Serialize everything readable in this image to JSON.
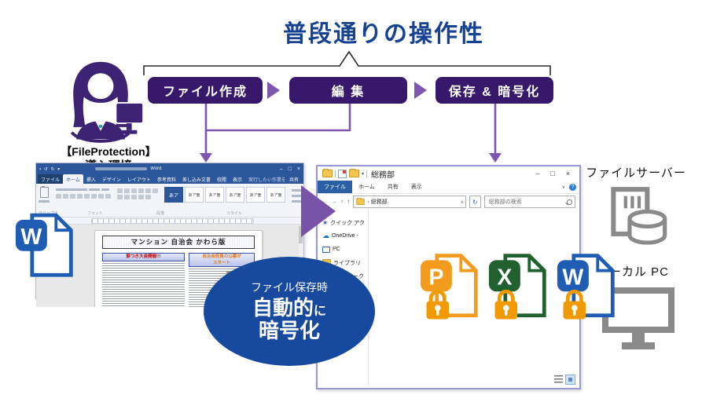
{
  "title": "普段通りの操作性",
  "person": {
    "label_line1": "【FileProtection】",
    "label_line2": "導入環境"
  },
  "flow_steps": [
    {
      "label": "ファイル作成"
    },
    {
      "label": "編 集"
    },
    {
      "label": "保存 & 暗号化"
    }
  ],
  "word_window": {
    "quick_access_glyphs": "▪ ↺ ↻ ▾",
    "app_name": "Word",
    "controls": {
      "minimize": "–",
      "maximize": "□",
      "close": "×"
    },
    "tabs": [
      "ファイル",
      "ホーム",
      "挿入",
      "デザイン",
      "レイアウト",
      "参考資料",
      "差し込み文書",
      "校閲",
      "表示"
    ],
    "selected_tab": "ホーム",
    "tell_me": "実行したい作業を入力してください",
    "share_label": "共有",
    "style_selected": "あア",
    "style_sample": "あア亜",
    "group_labels": [
      "クリップボード",
      "フォント",
      "段落",
      "スタイル"
    ],
    "document": {
      "newsletter_title": "マンション 自治会 かわら版",
      "left_heading": "餅つき大会開催!!!",
      "right_heading_line1": "自治会役員の公募が",
      "right_heading_line2": "スタート"
    }
  },
  "word_file_icon": {
    "letter": "W",
    "color": "#1F5CB4"
  },
  "encrypt_badge": {
    "line1": "ファイル保存時",
    "line2_main": "自動的",
    "line2_suffix": "に",
    "line3": "暗号化"
  },
  "explorer_window": {
    "title": "総務部",
    "controls": {
      "minimize": "–",
      "maximize": "□",
      "close": "×"
    },
    "menu_items": [
      "ファイル",
      "ホーム",
      "共有",
      "表示"
    ],
    "selected_menu": "ファイル",
    "nav": {
      "back": "←",
      "forward": "→",
      "dropdown": "∨",
      "up": "↑",
      "refresh": "↻",
      "chevron": "›",
      "caret": "▾",
      "more": "∨"
    },
    "help_glyph": "?",
    "address": "総務部",
    "search_placeholder": "総務部の検索",
    "sidebar_items": [
      {
        "label": "クイック アク"
      },
      {
        "label": "OneDrive -"
      },
      {
        "label": "PC"
      },
      {
        "label": "ライブラリ"
      },
      {
        "label": "ネットワーク"
      }
    ],
    "files": [
      {
        "letter": "P",
        "color": "#F39B1D"
      },
      {
        "letter": "X",
        "color": "#20612F"
      },
      {
        "letter": "W",
        "color": "#1F5CB4"
      }
    ],
    "lock_color": "#F09A00"
  },
  "right_panel": {
    "file_server_label": "ファイルサーバー",
    "local_pc_label": "ローカル PC"
  },
  "colors": {
    "title_text": "#17428F",
    "flow_box": "#38186B",
    "flow_arrow": "#7D57AD",
    "badge_blue": "#17499E",
    "word_titlebar": "#2B579A",
    "explorer_border": "#9898D2",
    "gray_icon": "#8A8A8A"
  }
}
